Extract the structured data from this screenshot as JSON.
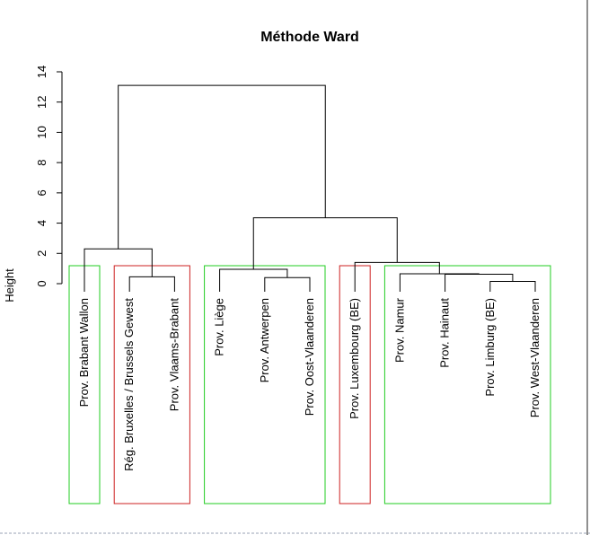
{
  "chart_data": {
    "type": "dendrogram",
    "title": "Méthode Ward",
    "ylabel": "Height",
    "ylim": [
      0,
      14
    ],
    "yticks": [
      0,
      2,
      4,
      6,
      8,
      10,
      12,
      14
    ],
    "leaves": [
      "Prov. Brabant Wallon",
      "Rég. Bruxelles / Brussels Gewest",
      "Prov. Vlaams-Brabant",
      "Prov. Liège",
      "Prov. Antwerpen",
      "Prov. Oost-Vlaanderen",
      "Prov. Luxembourg (BE)",
      "Prov. Namur",
      "Prov. Hainaut",
      "Prov. Limburg (BE)",
      "Prov. West-Vlaanderen"
    ],
    "merges": [
      {
        "a": "leaf:9",
        "b": "leaf:10",
        "height": 0.15
      },
      {
        "a": "leaf:4",
        "b": "leaf:5",
        "height": 0.4
      },
      {
        "a": "leaf:1",
        "b": "leaf:2",
        "height": 0.45
      },
      {
        "a": "leaf:8",
        "b": "node:0",
        "height": 0.62
      },
      {
        "a": "leaf:7",
        "b": "node:3",
        "height": 0.65
      },
      {
        "a": "leaf:3",
        "b": "node:1",
        "height": 0.95
      },
      {
        "a": "leaf:6",
        "b": "node:4",
        "height": 1.4
      },
      {
        "a": "leaf:0",
        "b": "node:2",
        "height": 2.3
      },
      {
        "a": "node:5",
        "b": "node:6",
        "height": 4.35
      },
      {
        "a": "node:7",
        "b": "node:8",
        "height": 13.1
      }
    ],
    "cluster_boxes": [
      {
        "leaves": [
          0
        ],
        "color": "#22cc22"
      },
      {
        "leaves": [
          1,
          2
        ],
        "color": "#cc2222"
      },
      {
        "leaves": [
          3,
          4,
          5
        ],
        "color": "#22cc22"
      },
      {
        "leaves": [
          6
        ],
        "color": "#cc2222"
      },
      {
        "leaves": [
          7,
          8,
          9,
          10
        ],
        "color": "#22cc22"
      }
    ]
  }
}
